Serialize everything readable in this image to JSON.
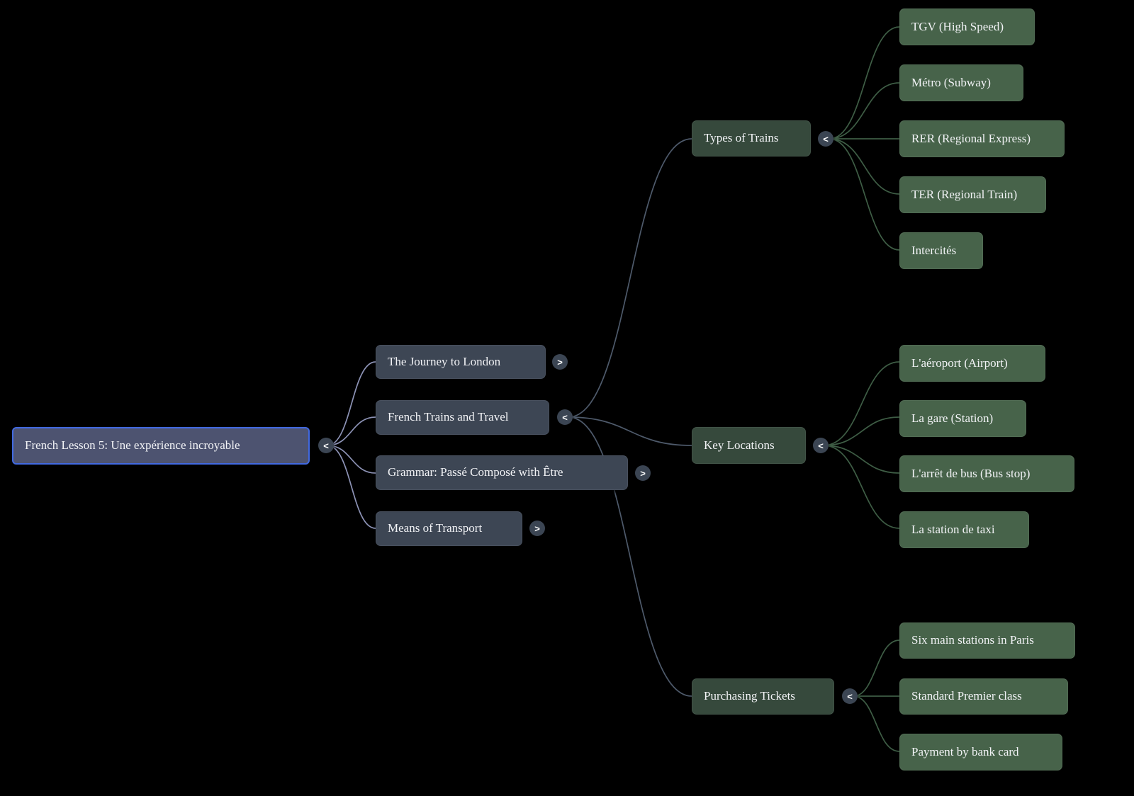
{
  "mindmap": {
    "root": {
      "label": "French Lesson 5: Une expérience incroyable",
      "toggle": "<"
    },
    "children": [
      {
        "label": "The Journey to London",
        "toggle": ">"
      },
      {
        "label": "French Trains and Travel",
        "toggle": "<"
      },
      {
        "label": "Grammar: Passé Composé with Être",
        "toggle": ">"
      },
      {
        "label": "Means of Transport",
        "toggle": ">"
      }
    ],
    "branches": [
      {
        "label": "Types of Trains",
        "toggle": "<",
        "children": [
          "TGV (High Speed)",
          "Métro (Subway)",
          "RER (Regional Express)",
          "TER (Regional Train)",
          "Intercités"
        ]
      },
      {
        "label": "Key Locations",
        "toggle": "<",
        "children": [
          "L'aéroport (Airport)",
          "La gare (Station)",
          "L'arrêt de bus (Bus stop)",
          "La station de taxi"
        ]
      },
      {
        "label": "Purchasing Tickets",
        "toggle": "<",
        "children": [
          "Six main stations in Paris",
          "Standard Premier class",
          "Payment by bank card"
        ]
      }
    ]
  },
  "colors": {
    "background": "#000000",
    "text": "#f2f3f6",
    "root_fill": "#4d5370",
    "root_border": "#4169e1",
    "child_fill": "#3d4654",
    "branch_fill": "#36493c",
    "leaf_fill": "#47634a",
    "toggle_fill": "#3b4553",
    "link_root": "#8d93b6",
    "link_branch": "#4e5a6b",
    "link_leaf": "#3e5d45"
  }
}
